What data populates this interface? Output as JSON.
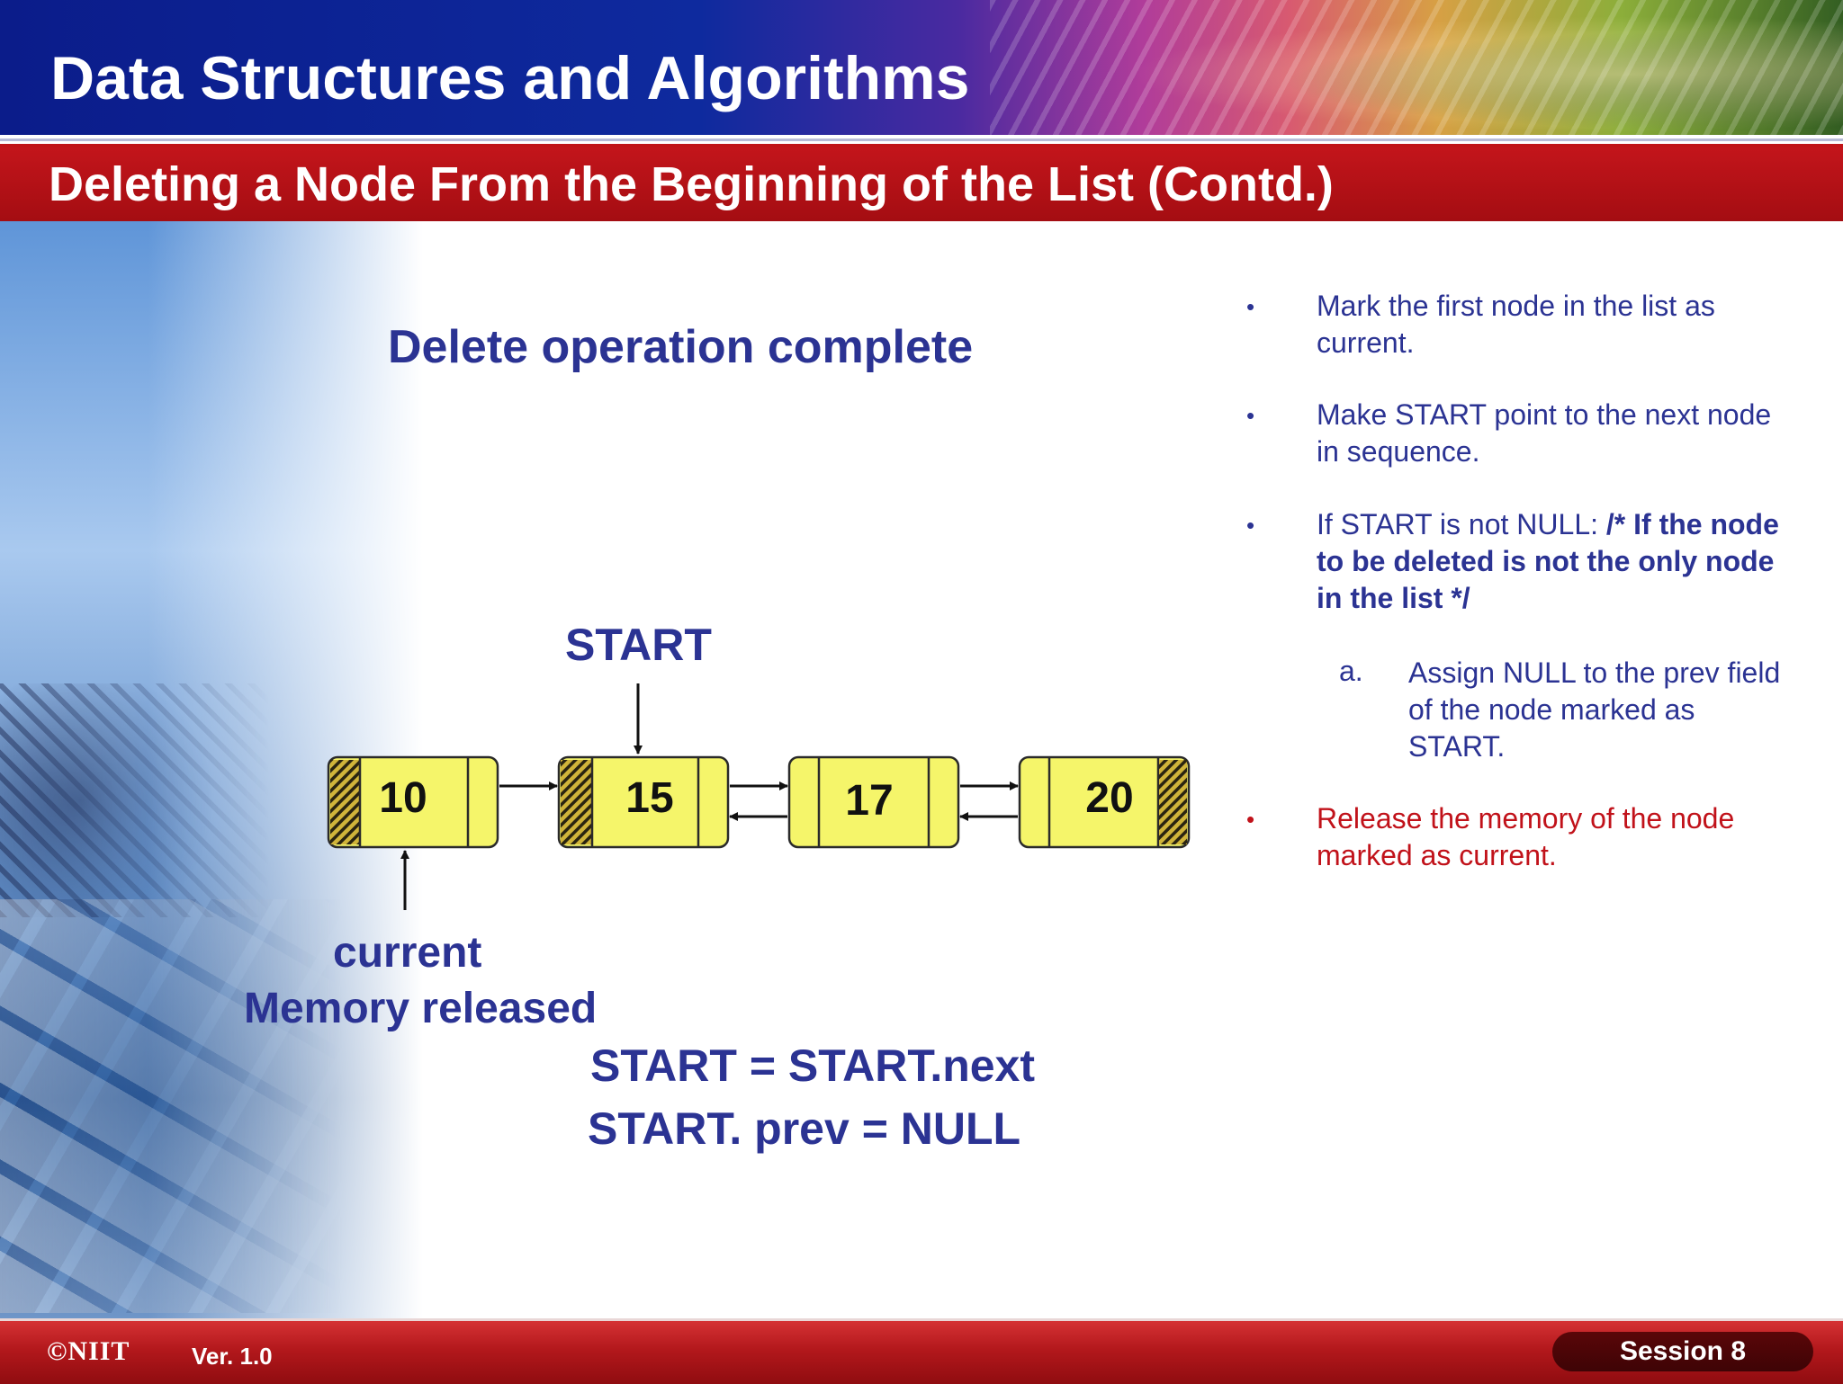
{
  "header": {
    "course_title": "Data Structures and Algorithms",
    "slide_title": "Deleting a Node From the Beginning of the List (Contd.)"
  },
  "diagram": {
    "status": "Delete operation complete",
    "start_label": "START",
    "current_label": "current",
    "memory_label": "Memory released",
    "nodes": [
      "10",
      "15",
      "17",
      "20"
    ],
    "statements": [
      "START = START.next",
      "START. prev = NULL"
    ],
    "colors": {
      "node_fill": "#f5f56a",
      "node_border": "#2a2a2a",
      "hatch": "#d0b43a",
      "text": "#2b3393"
    }
  },
  "steps": [
    {
      "bullet": "•",
      "text": "Mark the first node in the list as current."
    },
    {
      "bullet": "•",
      "text": "Make START point to the next node in sequence."
    },
    {
      "bullet": "•",
      "text": "If START is not NULL: ",
      "bold": "/* If the node to be deleted is not the only node in the list */"
    },
    {
      "marker": "a.",
      "text": "Assign NULL to the prev field of the node marked as START."
    },
    {
      "bullet": "•",
      "text": "Release the memory of the node marked as current.",
      "highlight": "#c1121a"
    }
  ],
  "footer": {
    "logo": "©NIIT",
    "version": "Ver.  1.0",
    "session": "Session 8"
  }
}
